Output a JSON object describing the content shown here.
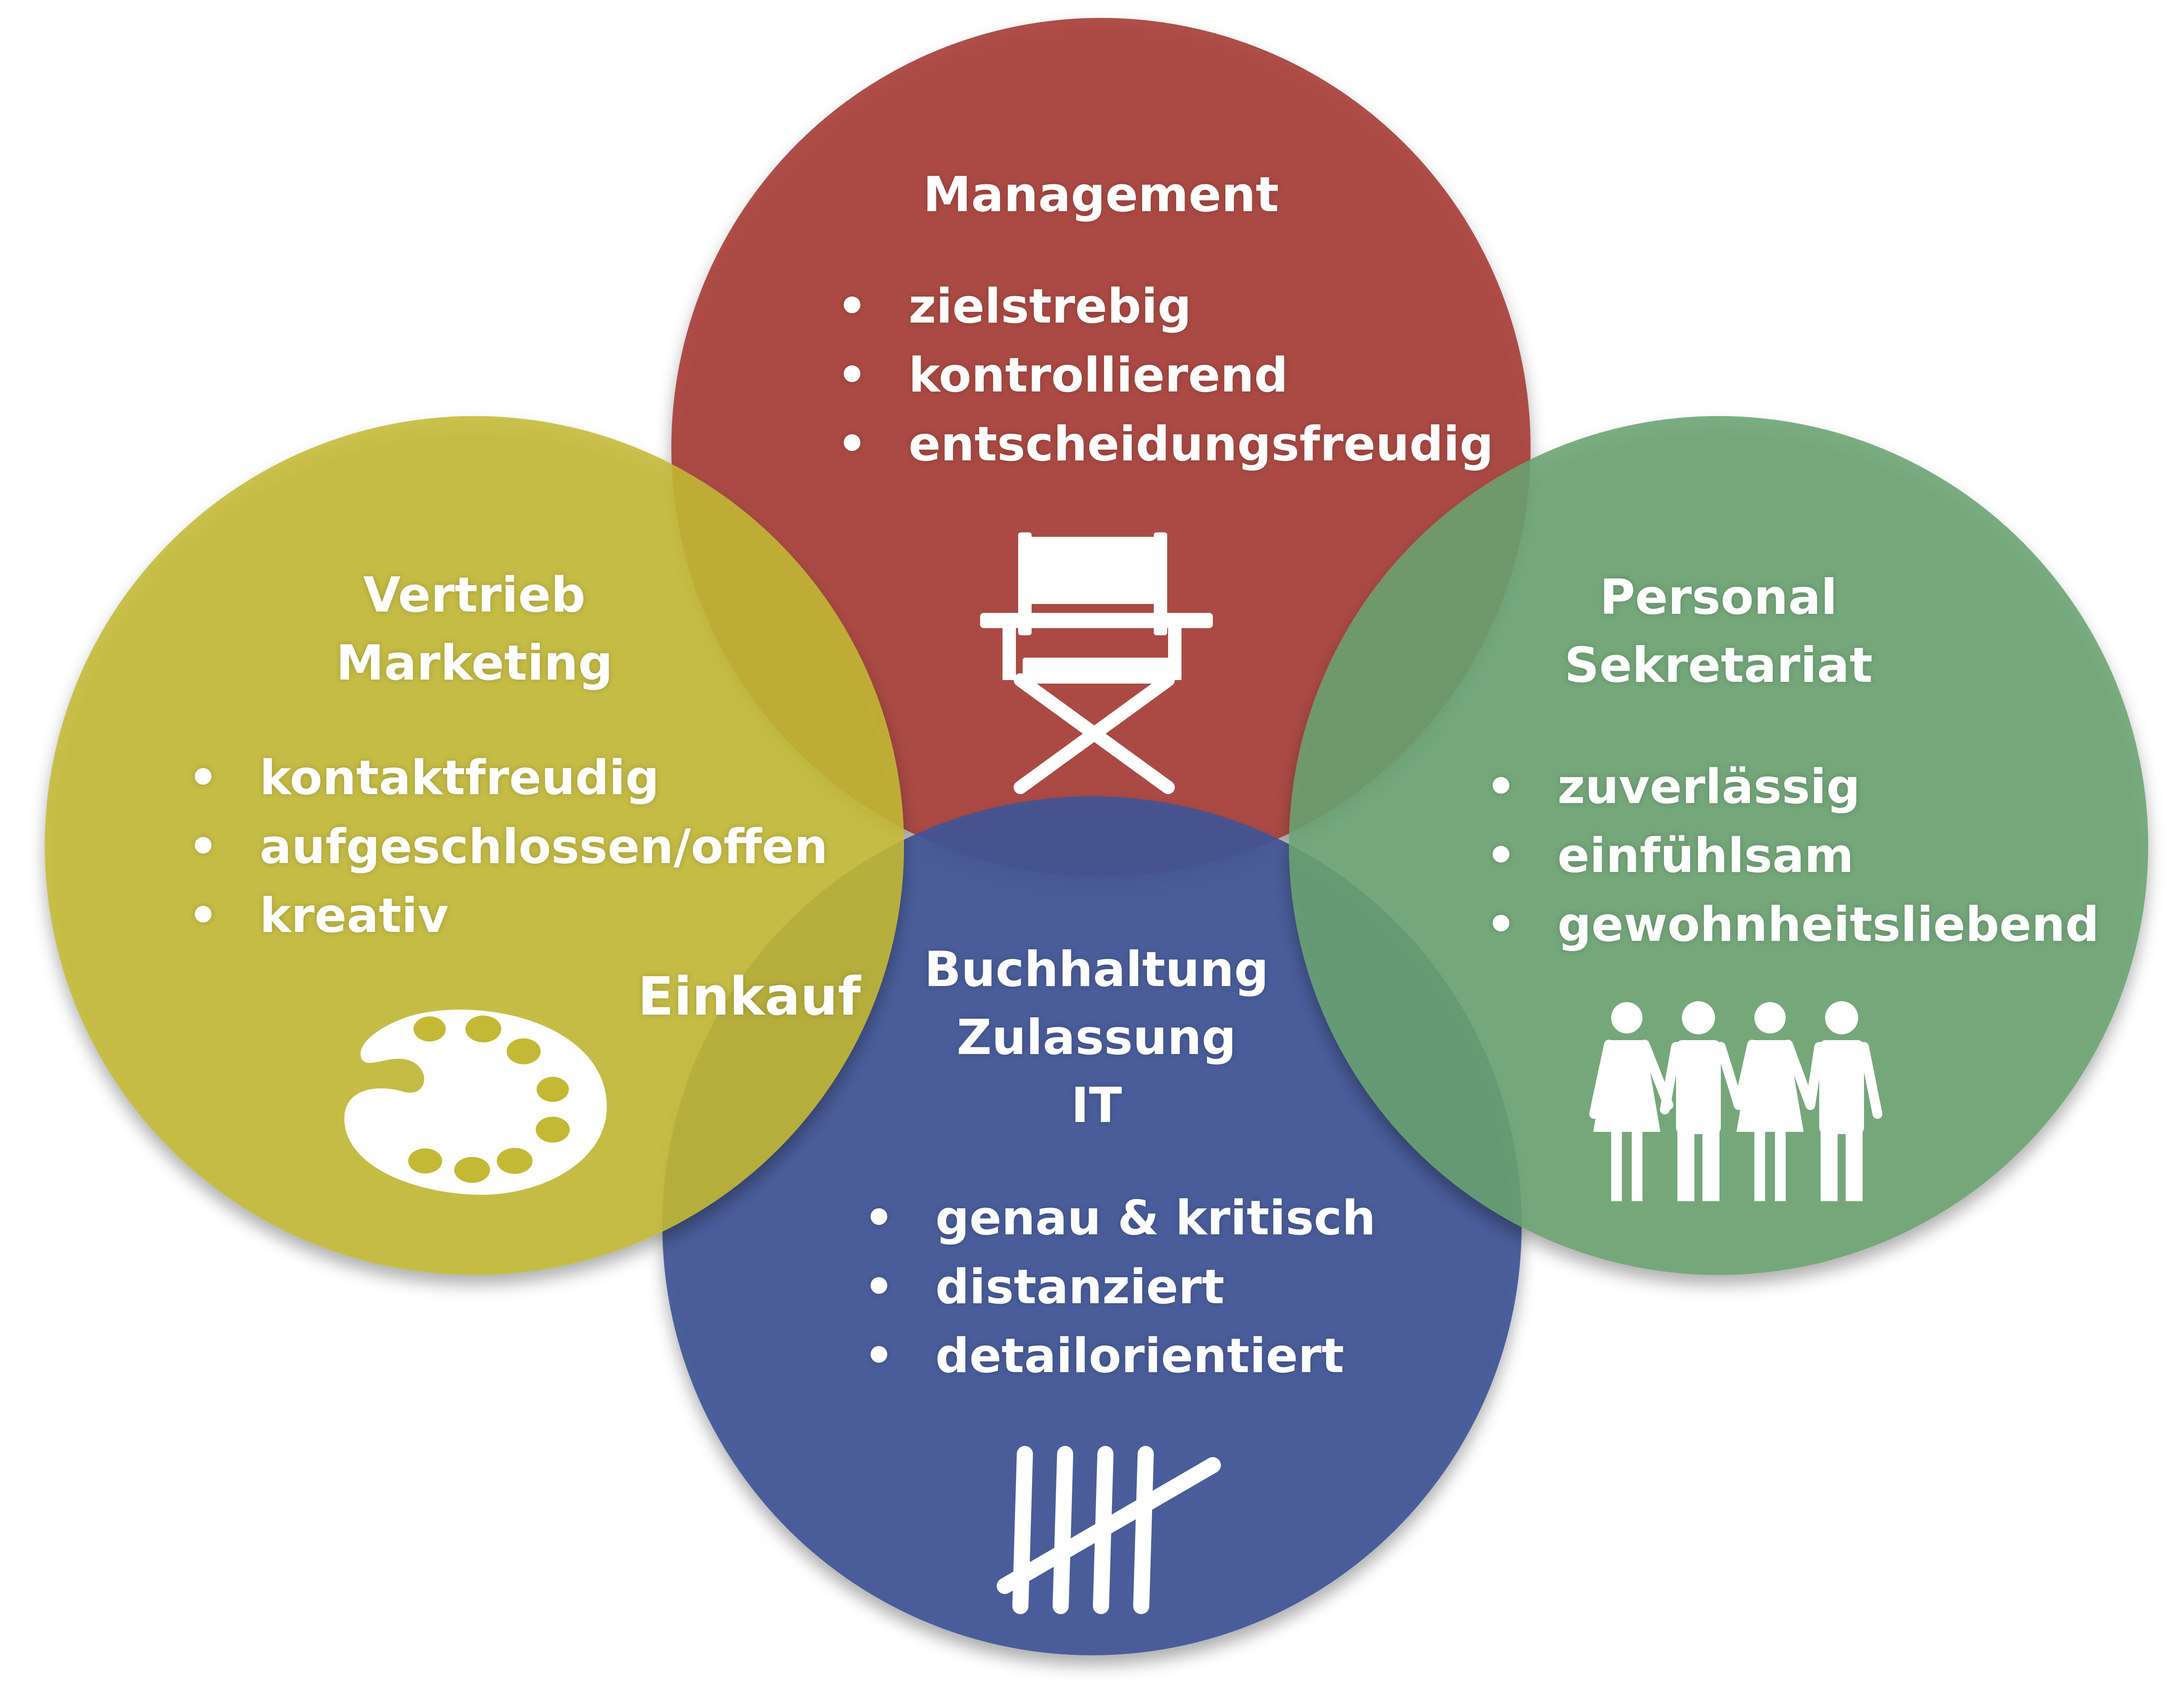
{
  "circles": {
    "management": {
      "color": "#a8403a",
      "title_lines": [
        "Management"
      ],
      "traits": [
        "zielstrebig",
        "kontrollierend",
        "entscheidungsfreudig"
      ],
      "icon": "directors-chair-icon"
    },
    "vertrieb": {
      "color": "#c3b934",
      "title_lines": [
        "Vertrieb",
        "Marketing"
      ],
      "traits": [
        "kontaktfreudig",
        "aufgeschlossen/offen",
        "kreativ"
      ],
      "icon": "paint-palette-icon"
    },
    "personal": {
      "color": "#6aa271",
      "title_lines": [
        "Personal",
        "Sekretariat"
      ],
      "traits": [
        "zuverlässig",
        "einfühlsam",
        "gewohnheitsliebend"
      ],
      "icon": "people-group-icon"
    },
    "buchhaltung": {
      "color": "#3f5496",
      "title_lines": [
        "Buchhaltung",
        "Zulassung",
        "IT"
      ],
      "traits": [
        "genau & kritisch",
        "distanziert",
        "detailorientiert"
      ],
      "icon": "tally-marks-icon"
    }
  },
  "overlap_label": "Einkauf"
}
